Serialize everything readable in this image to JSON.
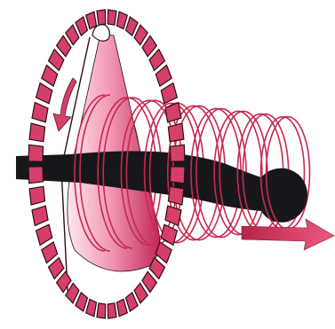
{
  "diagram": {
    "components": [
      "segmented-ring-magnet",
      "rotating-fan-beam",
      "helical-trajectory",
      "patient-body",
      "table-motion-arrow",
      "rotation-arrow"
    ],
    "colors": {
      "ring_fill": "#d63f6a",
      "ring_stroke": "#2a0f16",
      "helix_stroke": "#c62a4f",
      "beam_light": "#fff1f5",
      "beam_dark": "#c2285a",
      "body_fill": "#17171b",
      "arrow_fill": "#e0436c",
      "outline": "#1a1a1a"
    }
  }
}
